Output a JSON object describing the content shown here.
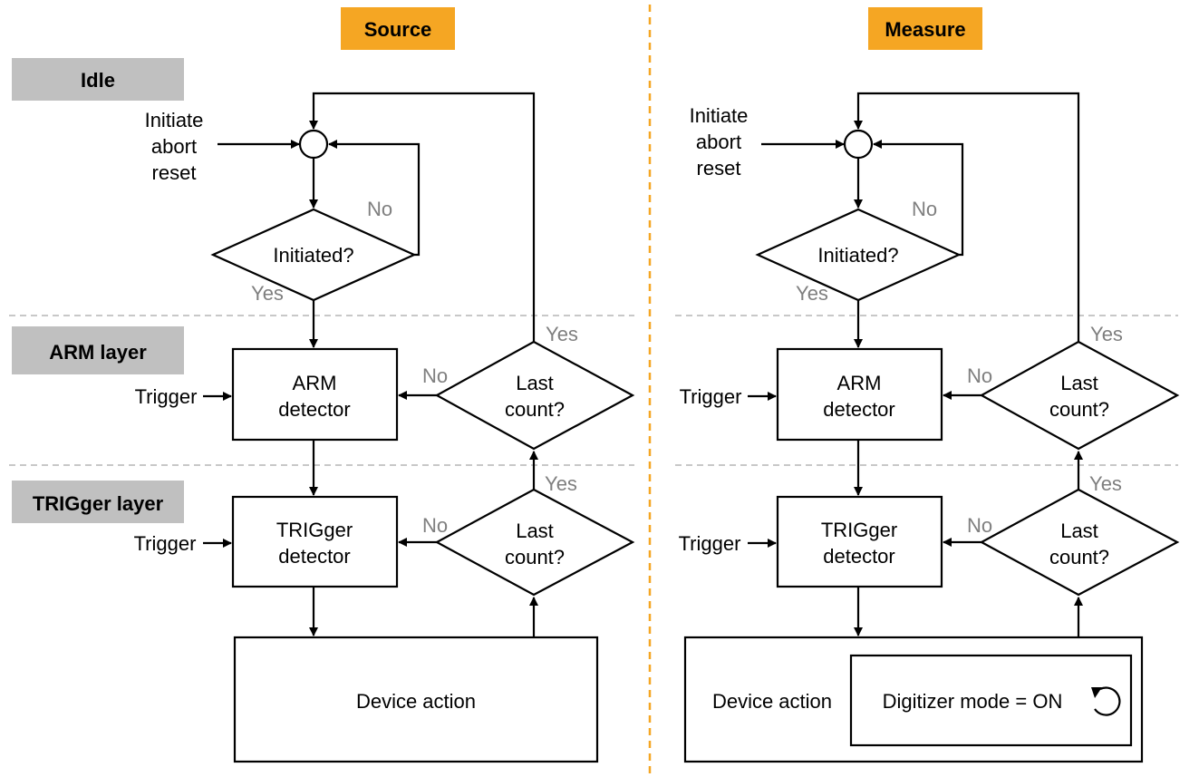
{
  "headers": {
    "source": "Source",
    "measure": "Measure"
  },
  "layers": {
    "idle": "Idle",
    "arm": "ARM layer",
    "trigger": "TRIGger layer"
  },
  "source": {
    "initiate_lines": [
      "Initiate",
      "abort",
      "reset"
    ],
    "initiated_q": "Initiated?",
    "no_idle": "No",
    "yes_idle": "Yes",
    "arm_detector": [
      "ARM",
      "detector"
    ],
    "trigger_detector": [
      "TRIGger",
      "detector"
    ],
    "arm_trigger_input": "Trigger",
    "trig_trigger_input": "Trigger",
    "last_count_arm": [
      "Last",
      "count?"
    ],
    "last_count_trig": [
      "Last",
      "count?"
    ],
    "arm_no": "No",
    "arm_yes": "Yes",
    "trig_no": "No",
    "trig_yes": "Yes",
    "device_action": "Device action"
  },
  "measure": {
    "initiate_lines": [
      "Initiate",
      "abort",
      "reset"
    ],
    "initiated_q": "Initiated?",
    "no_idle": "No",
    "yes_idle": "Yes",
    "arm_detector": [
      "ARM",
      "detector"
    ],
    "trigger_detector": [
      "TRIGger",
      "detector"
    ],
    "arm_trigger_input": "Trigger",
    "trig_trigger_input": "Trigger",
    "last_count_arm": [
      "Last",
      "count?"
    ],
    "last_count_trig": [
      "Last",
      "count?"
    ],
    "arm_no": "No",
    "arm_yes": "Yes",
    "trig_no": "No",
    "trig_yes": "Yes",
    "device_action": "Device action",
    "digitizer_mode": "Digitizer mode = ON"
  }
}
